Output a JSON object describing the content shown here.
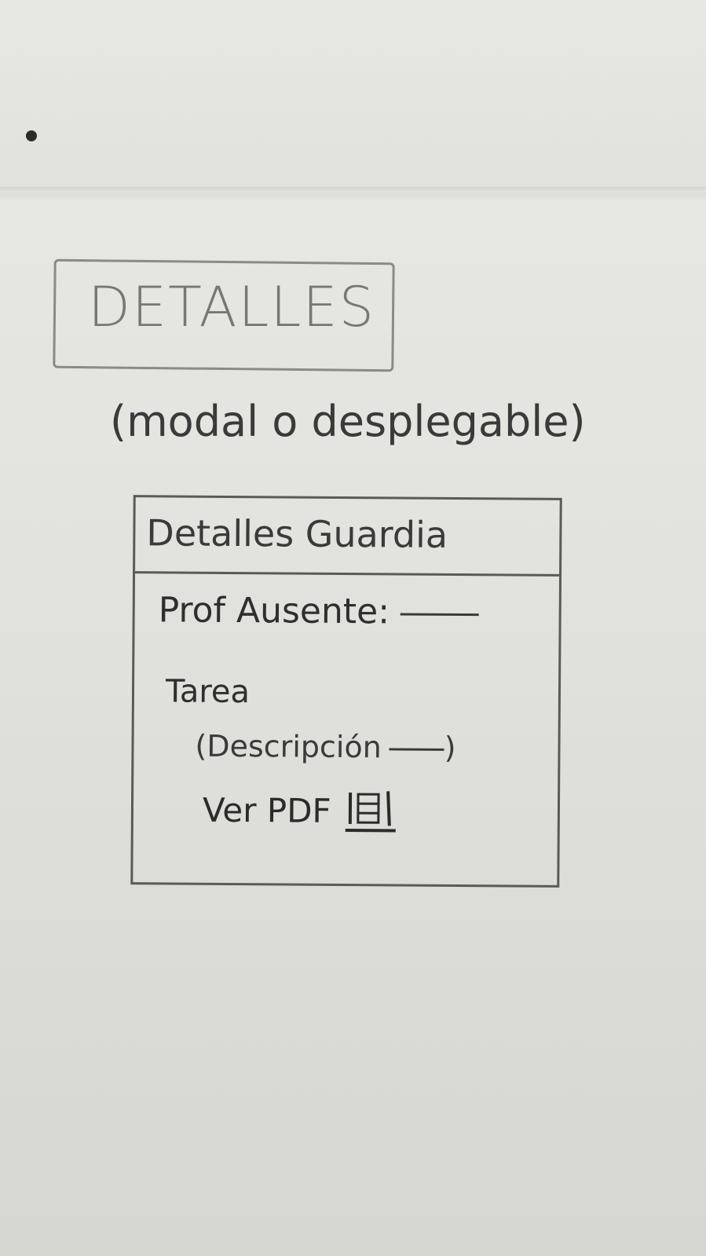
{
  "sketch": {
    "header_label": "DETALLES",
    "subtitle": "(modal o desplegable)"
  },
  "modal": {
    "title": "Detalles Guardia",
    "absent_teacher_label": "Prof Ausente:",
    "task_label": "Tarea",
    "description_label": "(Descripción",
    "description_end": ")",
    "view_pdf_label": "Ver PDF",
    "pdf_icon": "document-icon"
  }
}
